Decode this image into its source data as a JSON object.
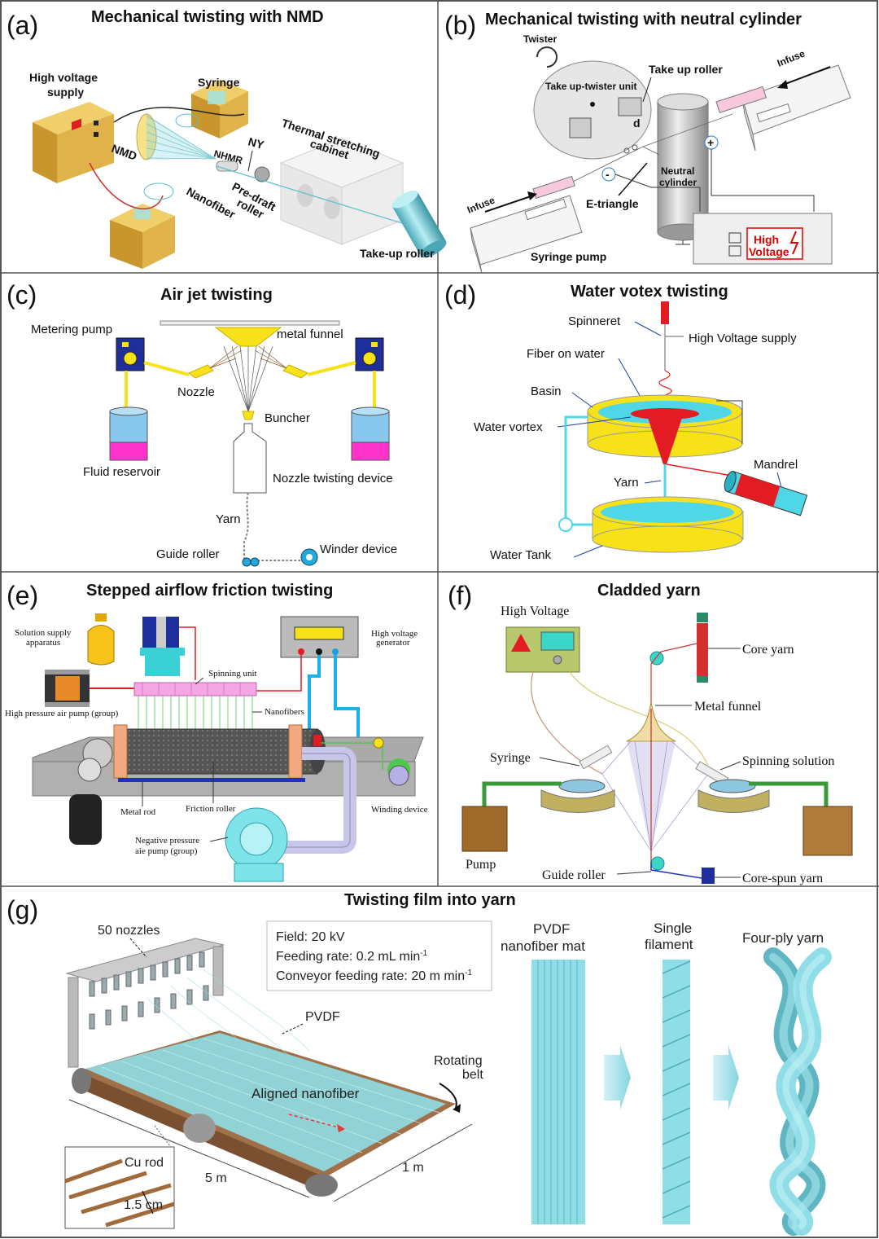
{
  "panels": {
    "a": {
      "label": "(a)",
      "title": "Mechanical twisting with NMD",
      "labels": {
        "hv1": "High voltage",
        "hv2": "supply",
        "syringe": "Syringe",
        "nmd": "NMD",
        "nhmr": "NHMR",
        "ny": "NY",
        "thermal1": "Thermal stretching",
        "thermal2": "cabinet",
        "predraft1": "Pre-draft",
        "predraft2": "roller",
        "nanofiber": "Nanofiber",
        "takeup": "Take-up roller"
      }
    },
    "b": {
      "label": "(b)",
      "title": "Mechanical twisting with neutral cylinder",
      "labels": {
        "twister": "Twister",
        "takeup_roller": "Take up roller",
        "unit": "Take up-twister unit",
        "d": "d",
        "infuse_top": "Infuse",
        "neutral1": "Neutral",
        "neutral2": "cylinder",
        "infuse_bottom": "Infuse",
        "etriangle": "E-triangle",
        "hv1": "High",
        "hv2": "Voltage",
        "syringe_pump": "Syringe pump",
        "plus": "+",
        "minus": "-"
      }
    },
    "c": {
      "label": "(c)",
      "title": "Air jet twisting",
      "labels": {
        "metering": "Metering pump",
        "funnel": "metal funnel",
        "nozzle": "Nozzle",
        "buncher": "Buncher",
        "reservoir": "Fluid reservoir",
        "device": "Nozzle twisting device",
        "yarn": "Yarn",
        "guide": "Guide roller",
        "winder": "Winder device"
      }
    },
    "d": {
      "label": "(d)",
      "title": "Water votex twisting",
      "labels": {
        "spinneret": "Spinneret",
        "hv": "High Voltage supply",
        "fiber": "Fiber on water",
        "basin": "Basin",
        "vortex": "Water vortex",
        "mandrel": "Mandrel",
        "yarn": "Yarn",
        "tank": "Water Tank"
      }
    },
    "e": {
      "label": "(e)",
      "title": "Stepped airflow friction twisting",
      "labels": {
        "solution1": "Solution supply",
        "solution2": "apparatus",
        "hvg1": "High voltage",
        "hvg2": "generator",
        "spinning": "Spinning unit",
        "airpump": "High pressure air pump (group)",
        "nanofibers": "Nanofibers",
        "metalrod": "Metal rod",
        "friction": "Friction roller",
        "winding": "Winding device",
        "negative1": "Negative pressure",
        "negative2": "aie pump (group)"
      }
    },
    "f": {
      "label": "(f)",
      "title": "Cladded yarn",
      "labels": {
        "hv": "High Voltage",
        "core": "Core yarn",
        "funnel": "Metal funnel",
        "syringe": "Syringe",
        "solution": "Spinning solution",
        "pump": "Pump",
        "guide": "Guide roller",
        "corespun": "Core-spun yarn"
      }
    },
    "g": {
      "label": "(g)",
      "title": "Twisting film into yarn",
      "labels": {
        "nozzles": "50 nozzles",
        "field": "Field: 20 kV",
        "feeding": "Feeding rate: 0.2 mL min",
        "feeding_sup": "-1",
        "conveyor": "Conveyor feeding rate: 20 m min",
        "conveyor_sup": "-1",
        "pvdf": "PVDF",
        "aligned": "Aligned nanofiber",
        "rotating1": "Rotating",
        "rotating2": "belt",
        "curod": "Cu rod",
        "spacing": "1.5 cm",
        "length": "5 m",
        "width": "1 m",
        "mat1": "PVDF",
        "mat2": "nanofiber mat",
        "single1": "Single",
        "single2": "filament",
        "fourply": "Four-ply yarn"
      }
    }
  },
  "colors": {
    "border": "#555555",
    "gold": "#e0b34a",
    "cyan": "#8fdde6",
    "yellow": "#f7e21a",
    "red": "#e31b23",
    "blue": "#1a9fe0",
    "magenta": "#ff33cc"
  }
}
